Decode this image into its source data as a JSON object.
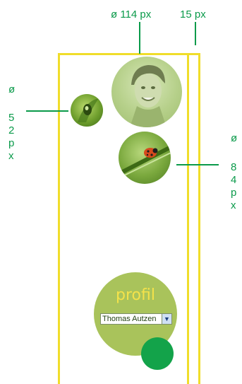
{
  "annotations": {
    "top_width_label": "ø 114 px",
    "top_margin_label": "15 px",
    "left_diameter_label": "ø",
    "left_diameter_vertical": "52px",
    "right_diameter_label": "ø",
    "right_diameter_vertical": "84px"
  },
  "profil": {
    "title": "profil",
    "select_value": "Thomas Autzen",
    "select_arrow_icon": "chevron-down-icon"
  },
  "colors": {
    "frame": "#f0dd2a",
    "annotation": "#0a9a4a",
    "profil_circle": "#a9c35b",
    "profil_title": "#f4e24a",
    "go_circle": "#13a34a"
  }
}
